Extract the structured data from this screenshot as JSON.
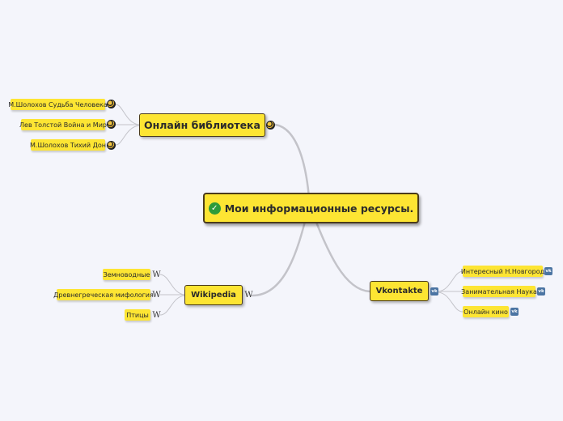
{
  "map": {
    "central": {
      "label": "Мои информационные ресурсы.",
      "icon": "check-icon"
    },
    "branches": [
      {
        "label": "Онлайн библиотека",
        "icon": "globe-icon",
        "items": [
          {
            "label": "М.Шолохов Судьба Человека",
            "icon": "globe-icon"
          },
          {
            "label": "Лев Толстой Война и Мир",
            "icon": "globe-icon"
          },
          {
            "label": "М.Шолохов Тихий Дон",
            "icon": "globe-icon"
          }
        ]
      },
      {
        "label": "Wikipedia",
        "icon": "wikipedia-icon",
        "items": [
          {
            "label": "Земноводные",
            "icon": "wikipedia-icon"
          },
          {
            "label": "Древнегреческая мифология",
            "icon": "wikipedia-icon"
          },
          {
            "label": "Птицы",
            "icon": "wikipedia-icon"
          }
        ]
      },
      {
        "label": "Vkontakte",
        "icon": "vk-icon",
        "items": [
          {
            "label": "Интересный Н.Новгород",
            "icon": "vk-icon"
          },
          {
            "label": "Занимательная Наука",
            "icon": "vk-icon"
          },
          {
            "label": "Онлайн кино",
            "icon": "vk-icon"
          }
        ]
      }
    ]
  },
  "icons": {
    "wikipedia_glyph": "W",
    "vk_glyph": "vk",
    "check_glyph": "✓"
  },
  "colors": {
    "node_fill": "#fde533",
    "node_border": "#4a3b1c",
    "connector": "#c3c3c9",
    "background": "#f4f5fb",
    "check": "#2e9b3a",
    "vk": "#4c75a3"
  }
}
